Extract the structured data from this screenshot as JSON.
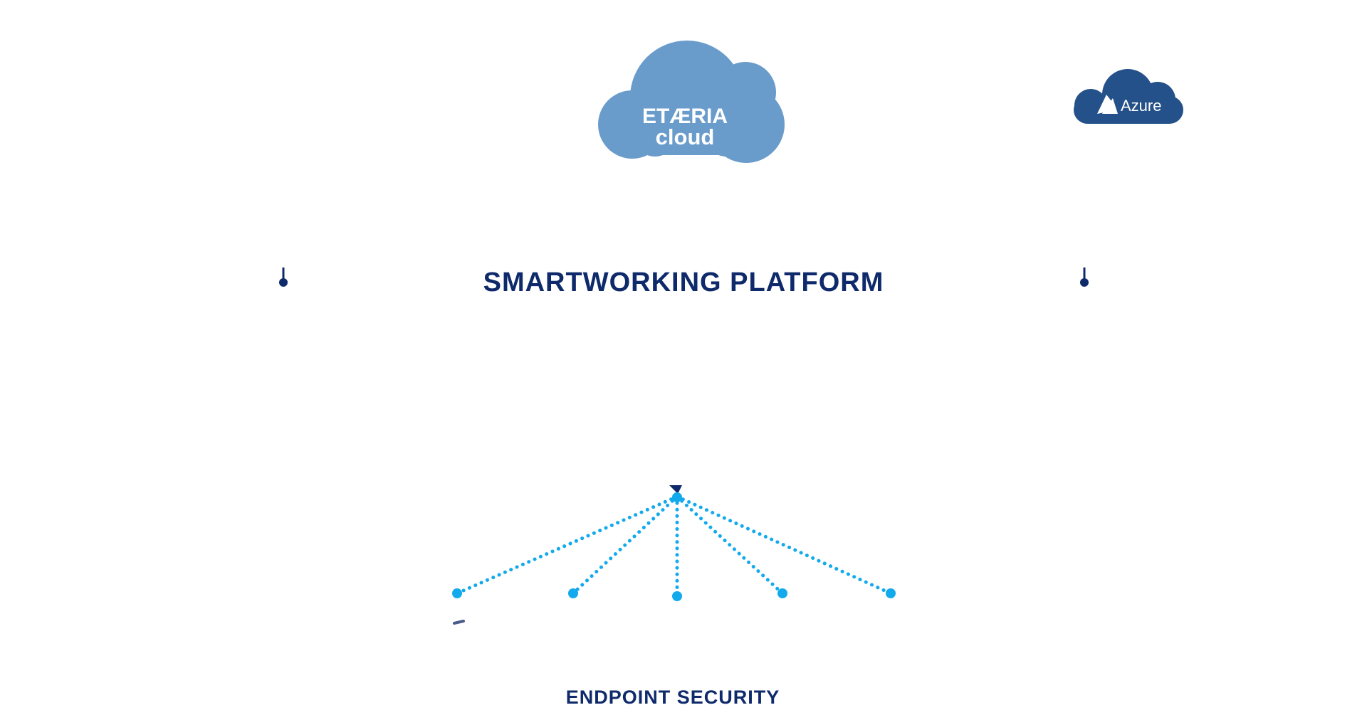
{
  "colors": {
    "cloud_main": "#6a9ccb",
    "azure_cloud": "#245189",
    "title_text": "#0f2a6b",
    "connector": "#12aaec",
    "marker": "#0f2a6b"
  },
  "etaeria_cloud": {
    "brand_line1": "ETÆRIA",
    "brand_line2": "cloud"
  },
  "azure_cloud": {
    "label": "Azure",
    "icon": "azure-logo-icon"
  },
  "platform": {
    "title": "SMARTWORKING PLATFORM"
  },
  "endpoint": {
    "title": "ENDPOINT SECURITY"
  }
}
